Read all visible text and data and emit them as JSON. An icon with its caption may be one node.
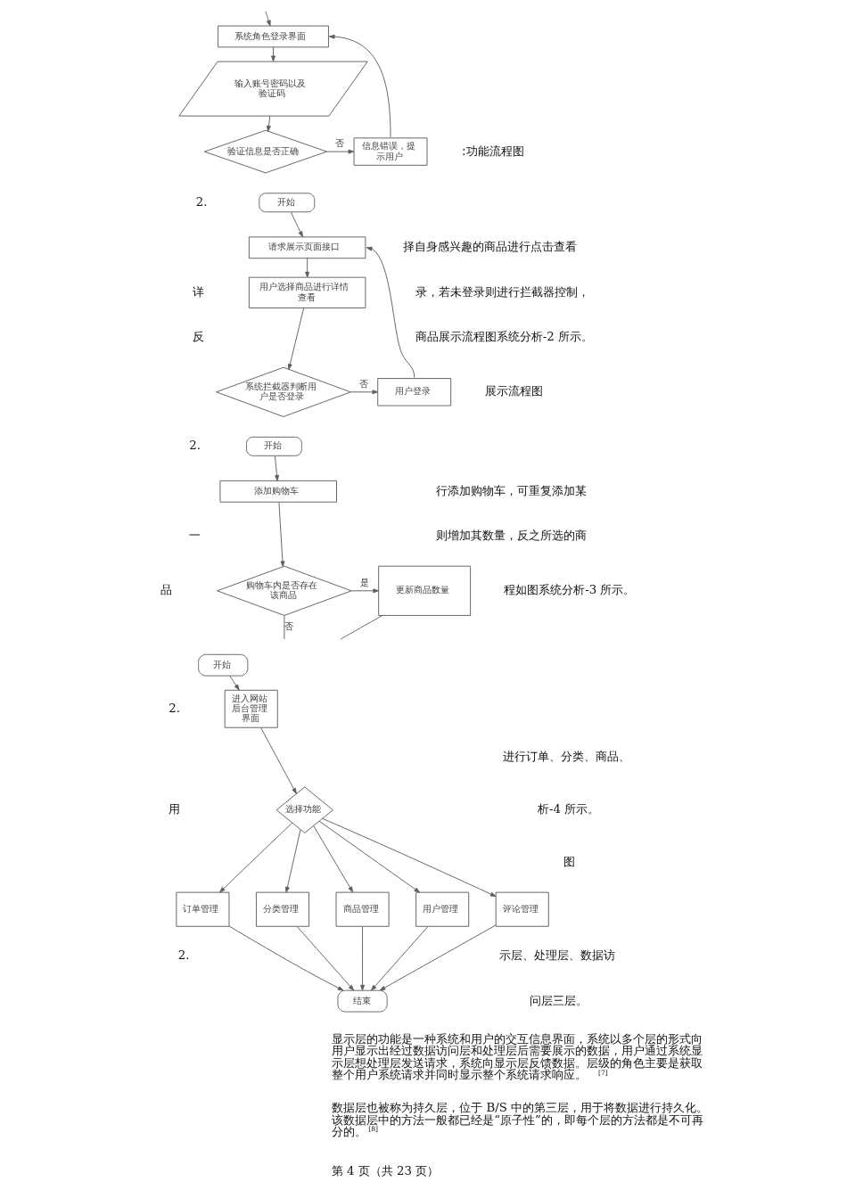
{
  "diagram": {
    "nodes": [
      {
        "text": [
          "系统角色登录界面"
        ]
      },
      {
        "text": [
          "输入账号密码以及验证码"
        ]
      },
      {
        "text": [
          "验证信息是否正确"
        ]
      },
      {
        "text": [
          "信息错误，提示用户"
        ]
      },
      {
        "text": [
          "开始"
        ]
      },
      {
        "text": [
          "请求展示页面接口"
        ]
      },
      {
        "text": [
          "用户选择商品进行详情查看"
        ]
      },
      {
        "text": [
          "系统拦截器判断用户是否登录"
        ]
      },
      {
        "text": [
          "用户登录"
        ]
      },
      {
        "text": [
          "开始"
        ]
      },
      {
        "text": [
          "添加购物车"
        ]
      },
      {
        "text": [
          "购物车内是否存在该商品"
        ]
      },
      {
        "text": [
          "更新商品数量"
        ]
      },
      {
        "text": [
          "开始"
        ]
      },
      {
        "text": [
          "进入网站后台管理界面"
        ]
      },
      {
        "text": [
          "选择功能"
        ]
      },
      {
        "text": [
          "订单管理"
        ]
      },
      {
        "text": [
          "分类管理"
        ]
      },
      {
        "text": [
          "商品管理"
        ]
      },
      {
        "text": [
          "用户管理"
        ]
      },
      {
        "text": [
          "评论管理"
        ]
      },
      {
        "text": [
          "结束"
        ]
      }
    ],
    "edges": [
      {
        "from": null,
        "to": 0,
        "arrow": "to"
      },
      {
        "from": 0,
        "to": 1,
        "arrow": "to"
      },
      {
        "from": 1,
        "to": 2,
        "arrow": "to"
      },
      {
        "from": 2,
        "to": 3,
        "arrow": "to",
        "label": "否"
      },
      {
        "from": 3,
        "to": 0,
        "arrow": "to"
      },
      {
        "from": 4,
        "to": 5,
        "arrow": "to"
      },
      {
        "from": 5,
        "to": 6,
        "arrow": "to"
      },
      {
        "from": 6,
        "to": 7,
        "arrow": "to"
      },
      {
        "from": 7,
        "to": 8,
        "arrow": "to",
        "label": "否"
      },
      {
        "from": 8,
        "to": 5,
        "arrow": "to"
      },
      {
        "from": 9,
        "to": 10,
        "arrow": "to"
      },
      {
        "from": 10,
        "to": 11,
        "arrow": "to"
      },
      {
        "from": 11,
        "to": 12,
        "arrow": "to",
        "label": "是"
      },
      {
        "from": 11,
        "to": null,
        "arrow": "none",
        "label": "否"
      },
      {
        "from": 12,
        "to": null,
        "arrow": "none"
      },
      {
        "from": 13,
        "to": 14,
        "arrow": "to"
      },
      {
        "from": 14,
        "to": 15,
        "arrow": "to"
      },
      {
        "from": 15,
        "to": 16,
        "arrow": "to"
      },
      {
        "from": 15,
        "to": 17,
        "arrow": "to"
      },
      {
        "from": 15,
        "to": 18,
        "arrow": "to"
      },
      {
        "from": 15,
        "to": 19,
        "arrow": "to"
      },
      {
        "from": 15,
        "to": 20,
        "arrow": "to"
      },
      {
        "from": 16,
        "to": 21,
        "arrow": "to"
      },
      {
        "from": 17,
        "to": 21,
        "arrow": "to"
      },
      {
        "from": 18,
        "to": 21,
        "arrow": "to"
      },
      {
        "from": 19,
        "to": 21,
        "arrow": "to"
      },
      {
        "from": 20,
        "to": 21,
        "arrow": "to"
      }
    ],
    "labels": [
      ":功能流程图",
      "2.",
      "择自身感兴趣的商品进行点击查看",
      "详",
      "录，若未登录则进行拦截器控制，",
      "反",
      "商品展示流程图系统分析-2 所示。",
      "展示流程图",
      "2.",
      "行添加购物车，可重复添加某",
      "一",
      "则增加其数量，反之所选的商",
      "品",
      "程如图系统分析-3 所示。",
      "2.",
      "进行订单、分类、商品、",
      "用",
      "析-4 所示。",
      "图",
      "2.",
      "示层、处理层、数据访",
      "问层三层。",
      "显示层的功能是一种系统和用户的交互信息界面，系统以多个层的形式向用户显示出经过数据访问层和处理层后需要展示的数据，用户通过系统显示层想处理层发送请求，系统向显示层反馈数据。层级的角色主要是获取整个用户系统请求并同时显示整个系统请求响应。$^{[7]}$",
      "数据层也被称为持久层，位于 B/S 中的第三层，用于将数据进行持久化。该数据层中的方法一般都已经是“原子性”的，即每个层的方法都是不可再分的。$^{[8]}$",
      "第 4 页（共 23 页）"
    ]
  }
}
